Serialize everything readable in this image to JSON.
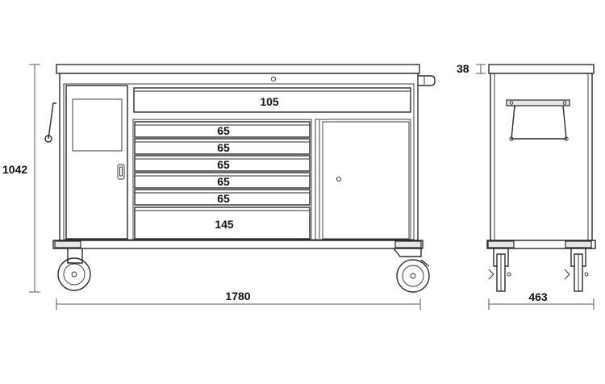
{
  "dimensions": {
    "overall_height": "1042",
    "overall_width": "1780",
    "top_thickness": "38",
    "depth": "463"
  },
  "drawers": {
    "top": "105",
    "d1": "65",
    "d2": "65",
    "d3": "65",
    "d4": "65",
    "d5": "65",
    "bottom": "145"
  },
  "colors": {
    "line": "#2a2a2a",
    "fill": "#e6e6e6"
  }
}
